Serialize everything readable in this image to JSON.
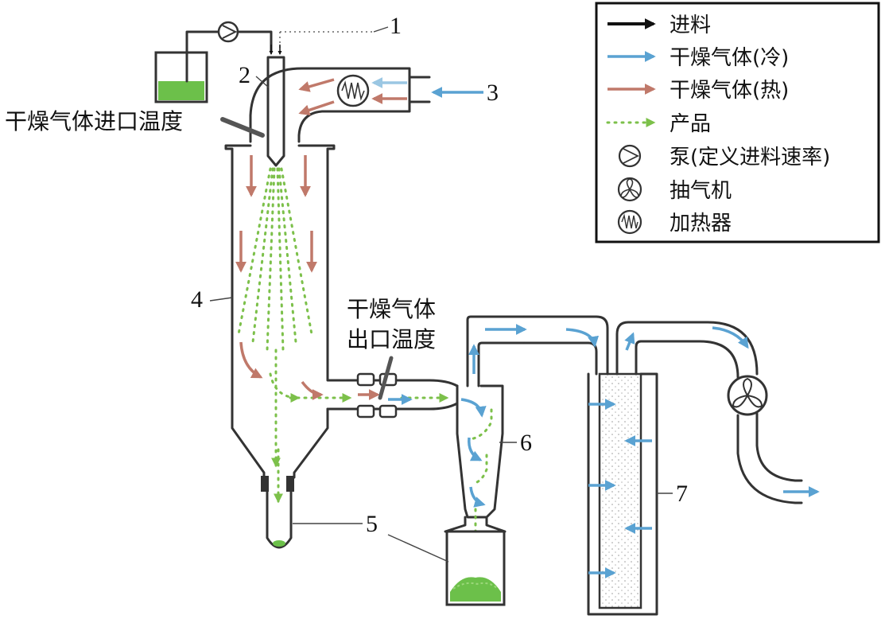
{
  "labels": {
    "inlet_temp": "干燥气体进口温度",
    "outlet_temp_line1": "干燥气体",
    "outlet_temp_line2": "出口温度"
  },
  "numbers": {
    "n1": "1",
    "n2": "2",
    "n3": "3",
    "n4": "4",
    "n5": "5",
    "n6": "6",
    "n7": "7"
  },
  "legend": {
    "feed": "进料",
    "cold_gas": "干燥气体(冷)",
    "hot_gas": "干燥气体(热)",
    "product": "产品",
    "pump": "泵(定义进料速率)",
    "fan": "抽气机",
    "heater": "加热器"
  },
  "colors": {
    "cold": "#5aa2d2",
    "hot": "#c0796a",
    "product": "#7cc04a",
    "feed": "#111111"
  },
  "icons": [
    "pump-icon",
    "fan-icon",
    "heater-icon"
  ]
}
